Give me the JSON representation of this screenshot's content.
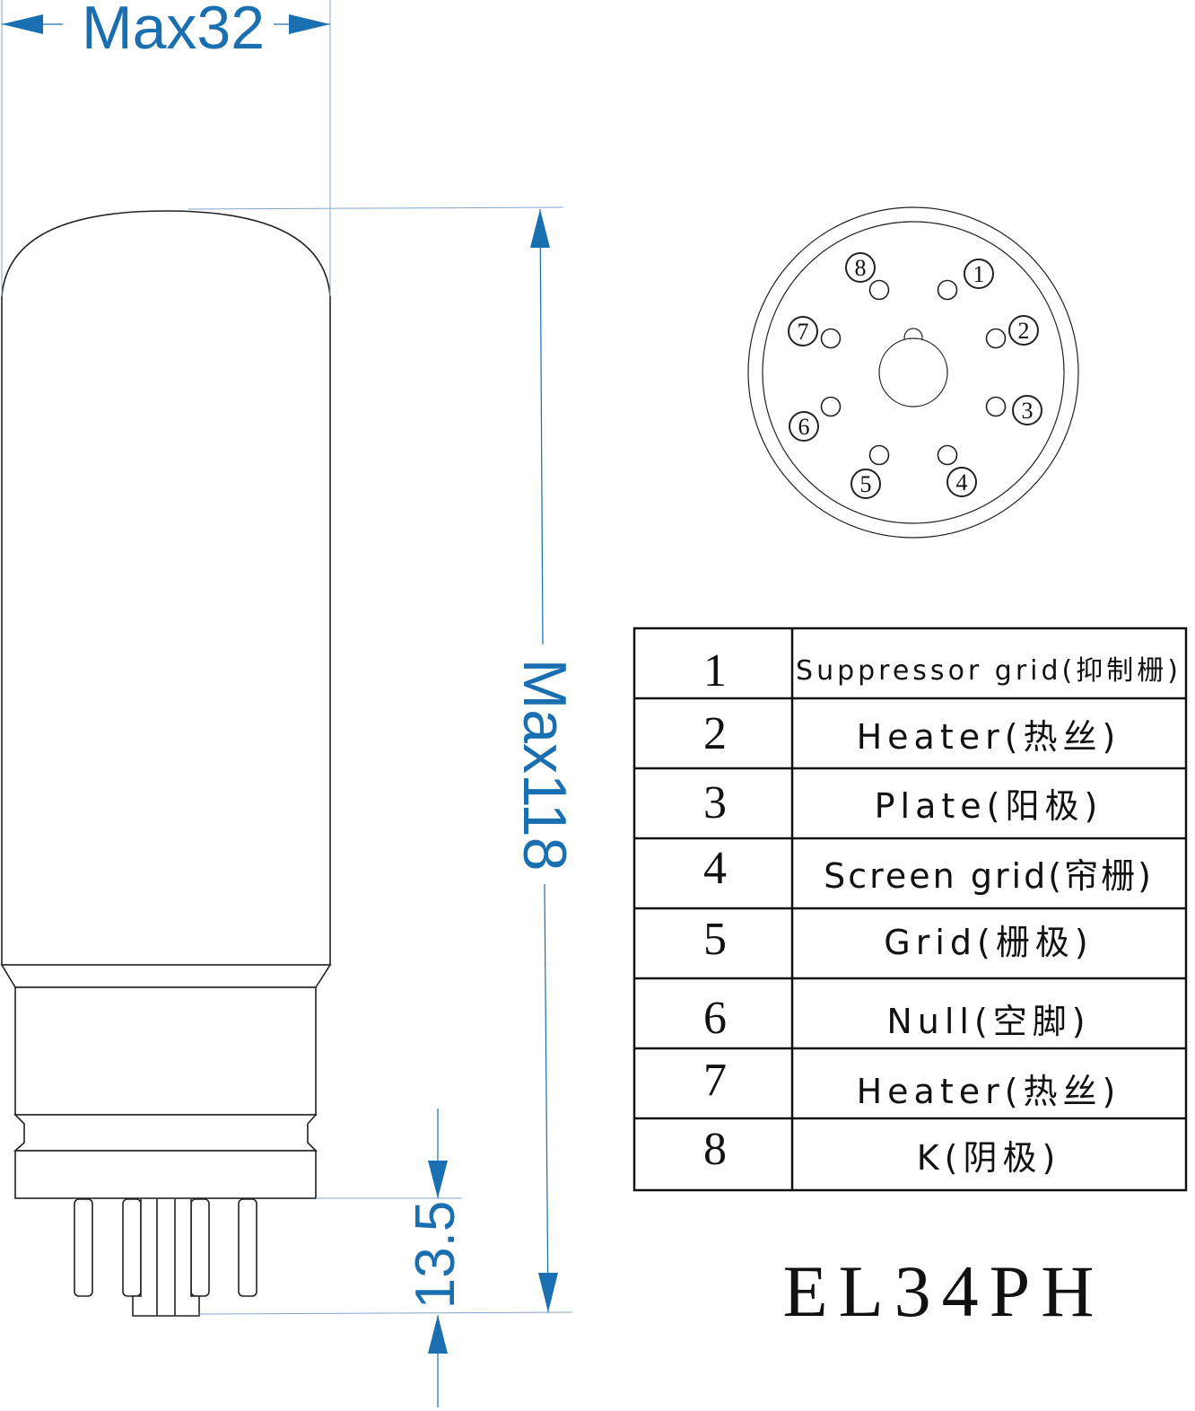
{
  "dimensions": {
    "diameter": "Max32",
    "height": "Max118",
    "pin_length": "13.5"
  },
  "socket_pins": [
    "1",
    "2",
    "3",
    "4",
    "5",
    "6",
    "7",
    "8"
  ],
  "pin_table": [
    {
      "pin": "1",
      "function": "Suppressor grid(抑制栅)"
    },
    {
      "pin": "2",
      "function": "Heater(热丝)"
    },
    {
      "pin": "3",
      "function": "Plate(阳极)"
    },
    {
      "pin": "4",
      "function": "Screen grid(帘栅)"
    },
    {
      "pin": "5",
      "function": "Grid(栅极)"
    },
    {
      "pin": "6",
      "function": "Null(空脚)"
    },
    {
      "pin": "7",
      "function": "Heater(热丝)"
    },
    {
      "pin": "8",
      "function": "K(阴极)"
    }
  ],
  "model": "EL34PH",
  "colors": {
    "dimension": "#1a6fb0",
    "outline": "#222222"
  }
}
